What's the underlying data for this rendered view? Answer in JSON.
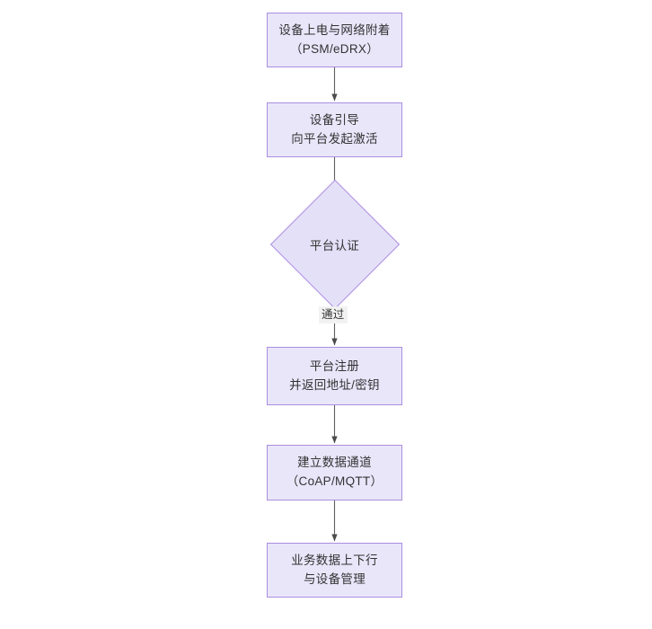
{
  "diagram": {
    "type": "flowchart",
    "orientation": "top-to-bottom",
    "theme": {
      "node_fill": "#e9e6fa",
      "decision_fill": "#e4e0f8",
      "node_border": "#aa8fe0",
      "text_color": "#333333",
      "edge_color": "#5f5f5f",
      "canvas_background": "#ffffff",
      "edge_label_background": "#f2f2f2"
    },
    "nodes": [
      {
        "id": "power-on",
        "shape": "rectangle",
        "lines": [
          "设备上电与网络附着",
          "（PSM/eDRX）"
        ]
      },
      {
        "id": "bootstrap",
        "shape": "rectangle",
        "lines": [
          "设备引导",
          "向平台发起激活"
        ]
      },
      {
        "id": "platform-auth",
        "shape": "diamond",
        "lines": [
          "平台认证"
        ]
      },
      {
        "id": "platform-register",
        "shape": "rectangle",
        "lines": [
          "平台注册",
          "并返回地址/密钥"
        ]
      },
      {
        "id": "data-channel",
        "shape": "rectangle",
        "lines": [
          "建立数据通道",
          "（CoAP/MQTT）"
        ]
      },
      {
        "id": "service-data",
        "shape": "rectangle",
        "lines": [
          "业务数据上下行",
          "与设备管理"
        ]
      }
    ],
    "edges": [
      {
        "id": "e1",
        "from": "power-on",
        "to": "bootstrap",
        "label": ""
      },
      {
        "id": "e2",
        "from": "bootstrap",
        "to": "platform-auth",
        "label": ""
      },
      {
        "id": "e3",
        "from": "platform-auth",
        "to": "platform-register",
        "label": "通过"
      },
      {
        "id": "e4",
        "from": "platform-register",
        "to": "data-channel",
        "label": ""
      },
      {
        "id": "e5",
        "from": "data-channel",
        "to": "service-data",
        "label": ""
      }
    ]
  }
}
